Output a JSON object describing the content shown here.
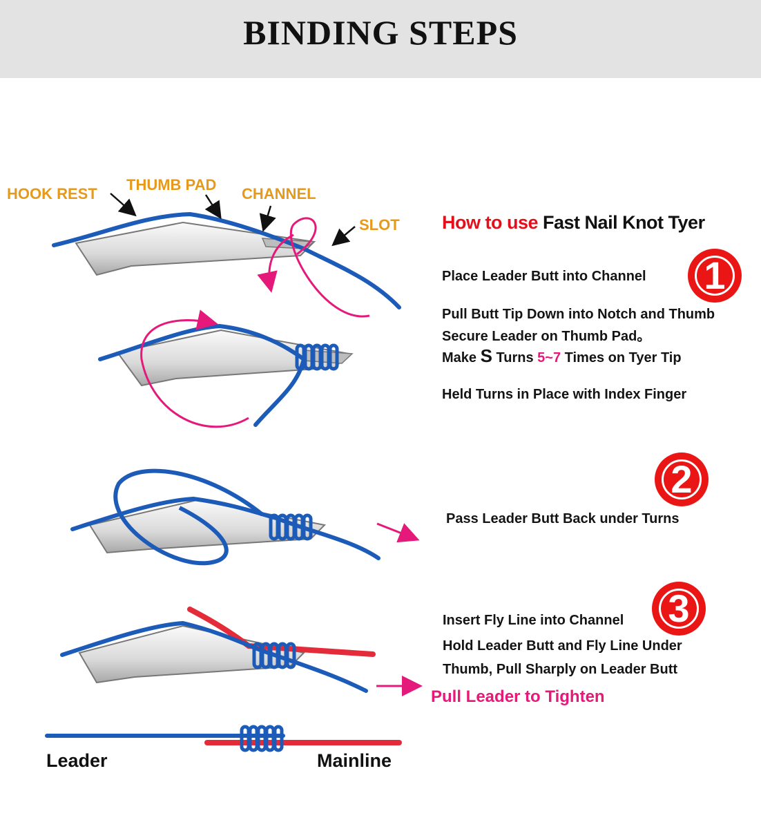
{
  "header": {
    "title": "BINDING STEPS"
  },
  "labels": {
    "hook_rest": "HOOK REST",
    "thumb_pad": "THUMB PAD",
    "channel": "CHANNEL",
    "slot": "SLOT"
  },
  "howto": {
    "part1": "How to use",
    "part2": "Fast Nail Knot Tyer"
  },
  "step1": {
    "number": "1",
    "line1": "Place Leader Butt into Channel",
    "line2": "Pull Butt Tip Down into Notch and Thumb",
    "line3": "Secure Leader on Thumb Pad。",
    "line4_a": "Make",
    "line4_s": "S",
    "line4_b": "Turns",
    "line4_range": "5~7",
    "line4_c": "Times on Tyer Tip",
    "line5": "Held Turns in Place with Index Finger"
  },
  "step2": {
    "number": "2",
    "line1": "Pass Leader Butt Back under Turns"
  },
  "step3": {
    "number": "3",
    "line1": "Insert Fly Line into Channel",
    "line2": "Hold Leader Butt and Fly Line Under",
    "line3": "Thumb, Pull Sharply on Leader Butt",
    "pull": "Pull Leader to Tighten"
  },
  "finished": {
    "left": "Leader",
    "right": "Mainline"
  },
  "colors": {
    "leader": "#1c5bb8",
    "mainline": "#e32b3a",
    "arrow": "#e5197a",
    "label_orange": "#e59a1c",
    "badge_red": "#ea1616"
  }
}
